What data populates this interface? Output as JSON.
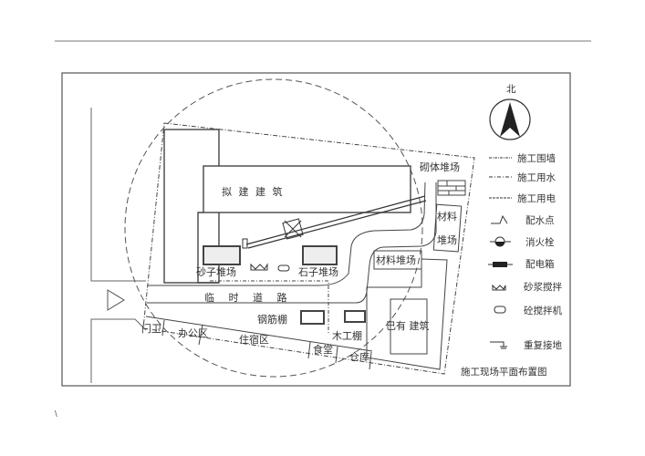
{
  "title": "施工现场平面布置图",
  "compass": {
    "north": "北"
  },
  "site_labels": {
    "proposed_building": "拟 建 建 筑",
    "sand_yard": "砂子堆场",
    "stone_yard": "石子堆场",
    "temp_road": "临 时 道 路",
    "rebar_shed": "钢筋棚",
    "carpentry_shed": "木工棚",
    "guard": "门卫",
    "office": "办公区",
    "dormitory": "住宿区",
    "canteen": "食堂",
    "warehouse": "仓库",
    "material_yard_1": "材料堆场",
    "material_yard_2a": "材料",
    "material_yard_2b": "堆场",
    "masonry_yard": "砌体堆场",
    "existing_building": "已有  建筑"
  },
  "legend": [
    {
      "icon": "fence-line-icon",
      "label": "施工围墙"
    },
    {
      "icon": "water-line-icon",
      "label": "施工用水"
    },
    {
      "icon": "power-line-icon",
      "label": "施工用电"
    },
    {
      "icon": "water-point-icon",
      "label": "配水点"
    },
    {
      "icon": "fire-hydrant-icon",
      "label": "消火栓"
    },
    {
      "icon": "distribution-box-icon",
      "label": "配电箱"
    },
    {
      "icon": "mortar-mixer-icon",
      "label": "砂浆搅拌"
    },
    {
      "icon": "concrete-mixer-icon",
      "label": "砼搅拌机"
    },
    {
      "icon": "grounding-icon",
      "label": "重复接地"
    }
  ]
}
